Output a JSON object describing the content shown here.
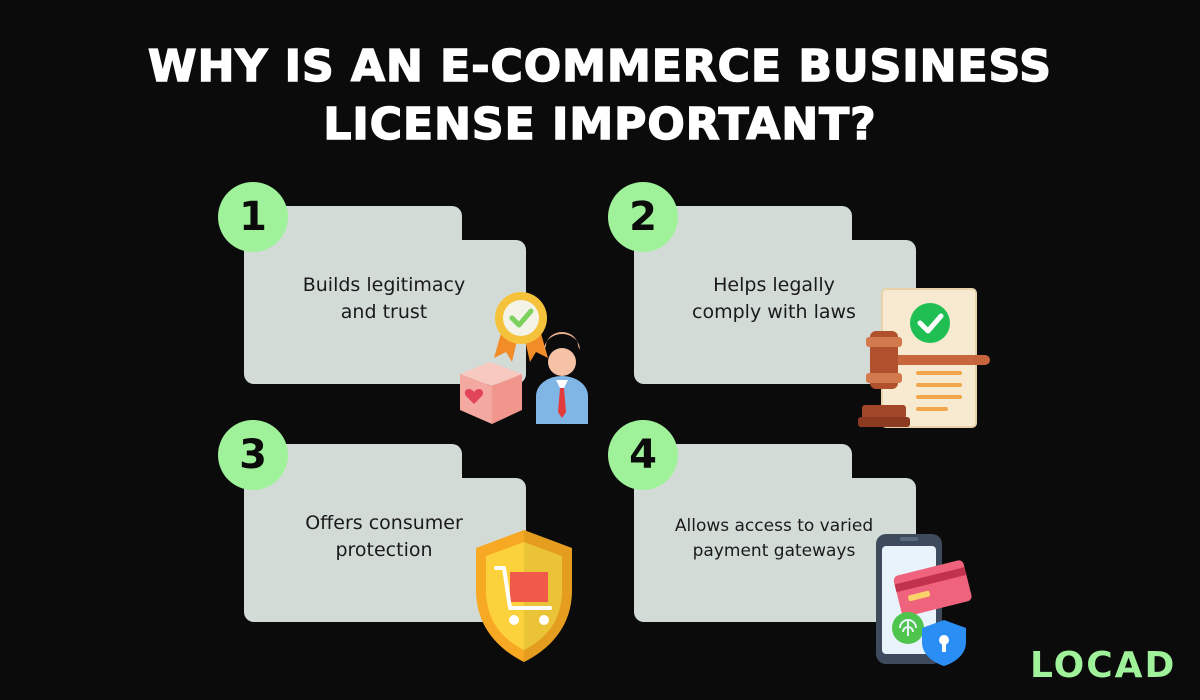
{
  "title": {
    "line1": "WHY IS AN E-COMMERCE BUSINESS",
    "line2": "LICENSE IMPORTANT?"
  },
  "cards": [
    {
      "number": "1",
      "label": "Builds legitimacy\nand trust",
      "icon": "certified-seller-icon"
    },
    {
      "number": "2",
      "label": "Helps legally\ncomply with laws",
      "icon": "gavel-document-icon"
    },
    {
      "number": "3",
      "label": "Offers consumer\nprotection",
      "icon": "shield-cart-icon"
    },
    {
      "number": "4",
      "label": "Allows access to varied\npayment gateways",
      "icon": "phone-payment-icon"
    }
  ],
  "logo": {
    "text": "LOCAD"
  },
  "colors": {
    "background": "#0b0b0b",
    "accent": "#9ff29a",
    "card": "#d3dbd7"
  }
}
